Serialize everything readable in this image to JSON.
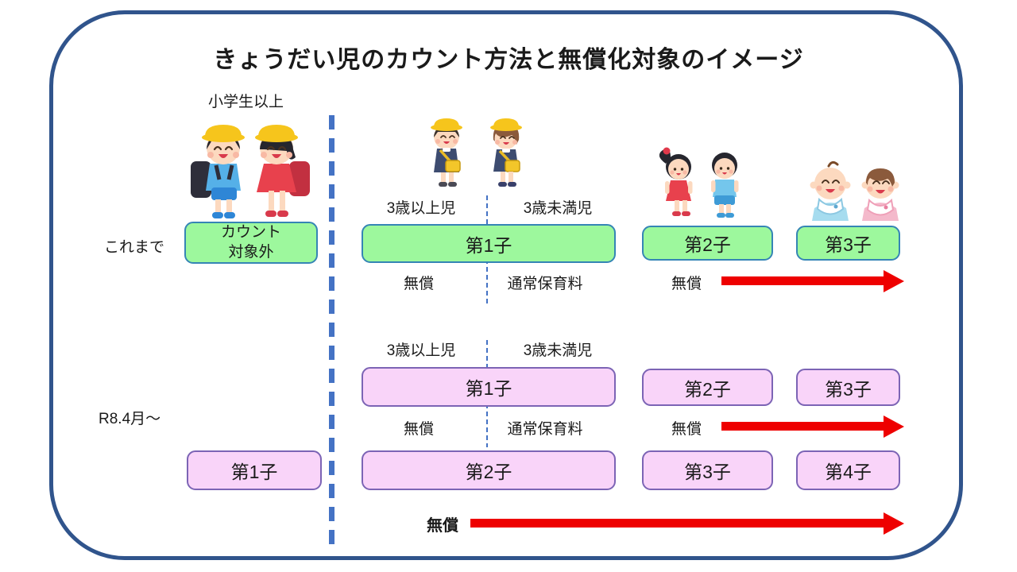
{
  "title": "きょうだい児のカウント方法と無償化対象のイメージ",
  "labels": {
    "elementary": "小学生以上",
    "period_current": "これまで",
    "period_future": "R8.4月～",
    "age_over_3": "3歳以上児",
    "age_under_3": "3歳未満児",
    "fee_free": "無償",
    "fee_standard": "通常保育料"
  },
  "boxes": {
    "not_counted_line1": "カウント",
    "not_counted_line2": "対象外",
    "current_row": [
      "第1子",
      "第2子",
      "第3子"
    ],
    "future_row_upper": [
      "第1子",
      "第2子",
      "第3子"
    ],
    "future_row_lower": [
      "第1子",
      "第2子",
      "第3子",
      "第4子"
    ]
  },
  "illustrations": {
    "elementary": "elementary-school-children-icon",
    "kindergarten": "kindergarten-children-icon",
    "toddler": "toddler-children-icon",
    "baby": "baby-children-icon"
  },
  "colors": {
    "frame_border": "#30548C",
    "divider_blue": "#4472C4",
    "box_green_fill": "#9DF89D",
    "box_green_border": "#3585B5",
    "box_pink_fill": "#F9D4F9",
    "box_pink_border": "#7C64B5",
    "arrow_red": "#EE0000",
    "hat_yellow": "#F6C51C"
  }
}
